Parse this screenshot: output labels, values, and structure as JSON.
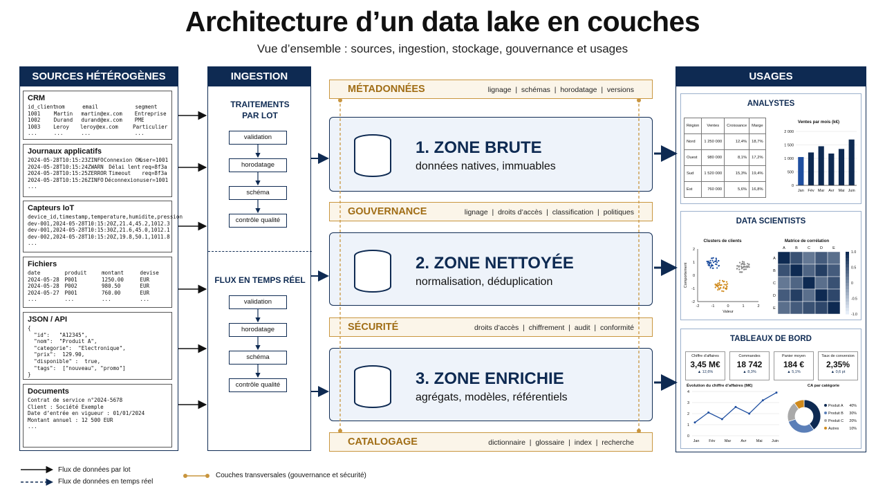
{
  "title": "Architecture d’un data lake en couches",
  "subtitle": "Vue d’ensemble : sources, ingestion, stockage, gouvernance et usages",
  "sources": {
    "header": "SOURCES HÉTÉROGÈNES",
    "crm": {
      "title": "CRM",
      "rows": [
        [
          "id_client",
          "nom",
          "email",
          "segment"
        ],
        [
          "1001",
          "Martin",
          "martin@ex.com",
          "Entreprise"
        ],
        [
          "1002",
          "Durand",
          "durand@ex.com",
          "PME"
        ],
        [
          "1003",
          "Leroy",
          "leroy@ex.com",
          "Particulier"
        ],
        [
          "...",
          "...",
          "...",
          "..."
        ]
      ]
    },
    "logs": {
      "title": "Journaux applicatifs",
      "rows": [
        [
          "2024-05-28T10:15:23Z",
          "INFO",
          "Connexion OK",
          "user=1001"
        ],
        [
          "2024-05-28T10:15:24Z",
          "WARN",
          "Délai lent",
          "req=8f3a"
        ],
        [
          "2024-05-28T10:15:25Z",
          "ERROR",
          "Timeout",
          "req=8f3a"
        ],
        [
          "2024-05-28T10:15:26Z",
          "INFO",
          "Déconnexion",
          "user=1001"
        ],
        [
          "...",
          "",
          "",
          ""
        ]
      ]
    },
    "iot": {
      "title": "Capteurs IoT",
      "lines": [
        "device_id,timestamp,temperature,humidite,pression",
        "dev-001,2024-05-28T10:15:20Z,21.4,45.2,1012.3",
        "dev-001,2024-05-28T10:15:30Z,21.6,45.0,1012.1",
        "dev-002,2024-05-28T10:15:20Z,19.8,50.1,1011.8",
        "..."
      ]
    },
    "files": {
      "title": "Fichiers",
      "rows": [
        [
          "date",
          "produit",
          "montant",
          "devise"
        ],
        [
          "2024-05-28",
          "P001",
          "1250.00",
          "EUR"
        ],
        [
          "2024-05-28",
          "P002",
          "980.50",
          "EUR"
        ],
        [
          "2024-05-27",
          "P001",
          "760.00",
          "EUR"
        ],
        [
          "...",
          "...",
          "...",
          "..."
        ]
      ]
    },
    "json": {
      "title": "JSON / API",
      "lines": [
        "{",
        "  \"id\":   \"A12345\",",
        "  \"nom\":  \"Produit A\",",
        "  \"categorie\":  \"Electronique\",",
        "  \"prix\":  129.90,",
        "  \"disponible\" :  true,",
        "  \"tags\":  [\"nouveau\", \"promo\"]",
        "}"
      ]
    },
    "docs": {
      "title": "Documents",
      "lines": [
        "Contrat de service n°2024-5678",
        "Client : Société Exemple",
        "Date d’entrée en vigueur : 01/01/2024",
        "Montant annuel : 12 500 EUR",
        "..."
      ]
    }
  },
  "ingestion": {
    "header": "INGESTION",
    "batch_title": "TRAITEMENTS PAR LOT",
    "batch_title_l1": "TRAITEMENTS",
    "batch_title_l2": "PAR LOT",
    "stream_title": "FLUX EN TEMPS RÉEL",
    "steps": [
      "validation",
      "horodatage",
      "schéma",
      "contrôle qualité"
    ]
  },
  "layers": {
    "metadata": {
      "title": "MÉTADONNÉES",
      "items": [
        "lignage",
        "schémas",
        "horodatage",
        "versions"
      ]
    },
    "governance": {
      "title": "GOUVERNANCE",
      "items": [
        "lignage",
        "droits d’accès",
        "classification",
        "politiques"
      ]
    },
    "security": {
      "title": "SÉCURITÉ",
      "items": [
        "droits d’accès",
        "chiffrement",
        "audit",
        "conformité"
      ]
    },
    "catalog": {
      "title": "CATALOGAGE",
      "items": [
        "dictionnaire",
        "glossaire",
        "index",
        "recherche"
      ]
    }
  },
  "zones": [
    {
      "title": "1. ZONE BRUTE",
      "subtitle": "données natives, immuables"
    },
    {
      "title": "2. ZONE NETTOYÉE",
      "subtitle": "normalisation, déduplication"
    },
    {
      "title": "3. ZONE ENRICHIE",
      "subtitle": "agrégats, modèles, référentiels"
    }
  ],
  "usages": {
    "header": "USAGES",
    "analysts": {
      "title": "ANALYSTES",
      "table": {
        "headers": [
          "Région",
          "Ventes",
          "Croissance",
          "Marge"
        ],
        "rows": [
          [
            "Nord",
            "1 250 000",
            "12,4%",
            "18,7%"
          ],
          [
            "Ouest",
            "980 000",
            "8,1%",
            "17,2%"
          ],
          [
            "Sud",
            "1 520 000",
            "15,3%",
            "19,4%"
          ],
          [
            "Est",
            "760 000",
            "5,6%",
            "16,8%"
          ]
        ]
      },
      "chart_title": "Ventes par mois (k€)"
    },
    "data_scientists": {
      "title": "DATA SCIENTISTS",
      "cluster_title": "Clusters de clients",
      "cluster_xlabel": "Valeur",
      "cluster_ylabel": "Comportement",
      "corr_title": "Matrice de corrélation",
      "corr_labels": [
        "A",
        "B",
        "C",
        "D",
        "E"
      ]
    },
    "dashboards": {
      "title": "TABLEAUX DE BORD",
      "kpis": [
        {
          "label": "Chiffre d’affaires",
          "value": "3,45 M€",
          "delta": "▲ 12,6%"
        },
        {
          "label": "Commandes",
          "value": "18 742",
          "delta": "▲ 8,3%"
        },
        {
          "label": "Panier moyen",
          "value": "184 €",
          "delta": "▲ 5,1%"
        },
        {
          "label": "Taux de conversion",
          "value": "2,35%",
          "delta": "▲ 0,6 pt"
        }
      ],
      "line_title": "Évolution du chiffre d’affaires (M€)",
      "pie_title": "CA par catégorie"
    }
  },
  "legend": {
    "batch": "Flux de données par lot",
    "stream": "Flux de données en temps réel",
    "transversal": "Couches transversales (gouvernance et sécurité)"
  },
  "chart_data": [
    {
      "type": "bar",
      "title": "Ventes par mois (k€)",
      "categories": [
        "Jan",
        "Fév",
        "Mar",
        "Avr",
        "Mai",
        "Juin"
      ],
      "values": [
        1050,
        1220,
        1450,
        1180,
        1350,
        1700
      ],
      "ylim": [
        0,
        2000
      ],
      "yticks": [
        0,
        500,
        1000,
        1500,
        2000
      ],
      "ytick_labels": [
        "0",
        "500",
        "1 000",
        "1 500",
        "2 000"
      ]
    },
    {
      "type": "scatter",
      "title": "Clusters de clients",
      "xlabel": "Valeur",
      "ylabel": "Comportement",
      "xlim": [
        -2,
        2
      ],
      "ylim": [
        -2,
        2
      ],
      "xticks": [
        -2,
        -1,
        0,
        1,
        2
      ],
      "yticks": [
        -2,
        -1,
        0,
        1,
        2
      ],
      "clusters": [
        {
          "cx": -1.0,
          "cy": 0.9,
          "color": "#1f4fa0"
        },
        {
          "cx": 1.0,
          "cy": 0.6,
          "color": "#8a8a8a"
        },
        {
          "cx": -0.4,
          "cy": -0.8,
          "color": "#d08a1c"
        }
      ]
    },
    {
      "type": "heatmap",
      "title": "Matrice de corrélation",
      "labels": [
        "A",
        "B",
        "C",
        "D",
        "E"
      ],
      "matrix": [
        [
          1.0,
          0.6,
          0.2,
          0.5,
          0.3
        ],
        [
          0.6,
          1.0,
          0.4,
          0.8,
          0.5
        ],
        [
          0.2,
          0.4,
          1.0,
          0.3,
          0.6
        ],
        [
          0.5,
          0.8,
          0.3,
          1.0,
          0.7
        ],
        [
          0.3,
          0.5,
          0.6,
          0.7,
          1.0
        ]
      ],
      "scale": [
        1.0,
        0.5,
        0,
        -0.5,
        -1.0
      ],
      "scale_labels": [
        "1.0",
        "0.5",
        "0",
        "-0.5",
        "-1.0"
      ]
    },
    {
      "type": "line",
      "title": "Évolution du chiffre d’affaires (M€)",
      "categories": [
        "Jan",
        "Fév",
        "Mar",
        "Avr",
        "Mai",
        "Juin"
      ],
      "values": [
        1.2,
        2.1,
        1.5,
        2.6,
        2.0,
        3.2,
        3.9
      ],
      "ylim": [
        0,
        4
      ],
      "yticks": [
        0,
        1,
        2,
        3,
        4
      ]
    },
    {
      "type": "pie",
      "title": "CA par catégorie",
      "labels": [
        "Produit A",
        "Produit B",
        "Produit C",
        "Autres"
      ],
      "values": [
        40,
        30,
        20,
        10
      ],
      "value_labels": [
        "40%",
        "30%",
        "20%",
        "10%"
      ],
      "colors": [
        "#0e2a52",
        "#5b7fb8",
        "#a9a9a9",
        "#d08a1c"
      ]
    }
  ]
}
